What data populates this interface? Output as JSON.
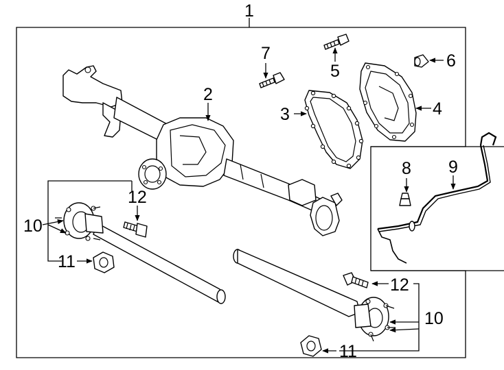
{
  "callouts": {
    "c1": "1",
    "c2": "2",
    "c3": "3",
    "c4": "4",
    "c5": "5",
    "c6": "6",
    "c7": "7",
    "c8": "8",
    "c9": "9",
    "c10_left": "10",
    "c10_right": "10",
    "c11_left": "11",
    "c11_right": "11",
    "c12_left": "12",
    "c12_right": "12"
  }
}
